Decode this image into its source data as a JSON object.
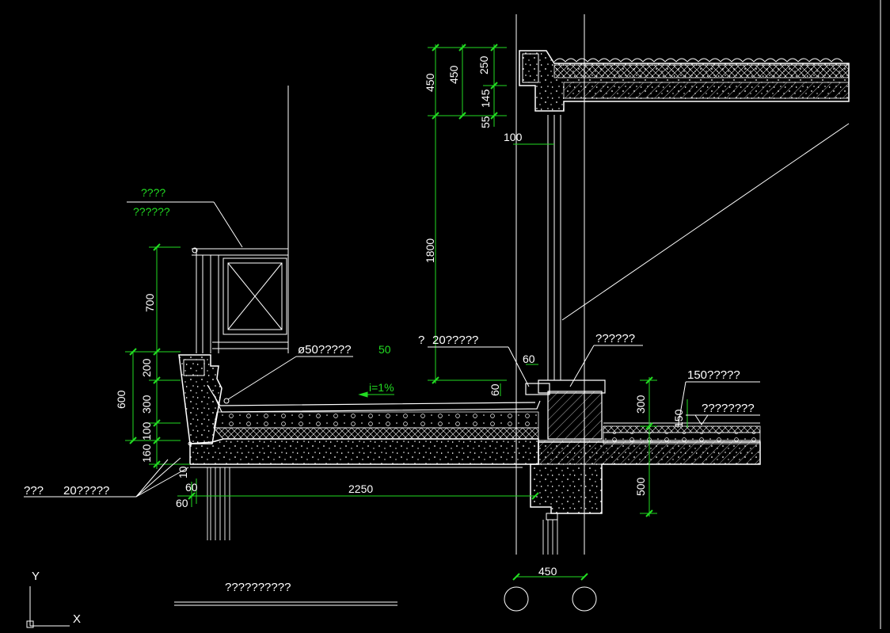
{
  "colors": {
    "background": "#000000",
    "linework": "#ffffff",
    "dimension": "#22dd22",
    "annotation_green": "#22dd22"
  },
  "dimensions": {
    "d450_outer": "450",
    "d450_inner": "450",
    "d250": "250",
    "d145": "145",
    "d55": "55",
    "d100_top": "100",
    "d1800": "1800",
    "d700": "700",
    "d200": "200",
    "d600": "600",
    "d300_left": "300",
    "d100_left": "100",
    "d160": "160",
    "d10": "10",
    "d60_a": "60",
    "d60_b": "60",
    "d2250": "2250",
    "d60_right": "60",
    "d60_vert": "60",
    "d300_right": "300",
    "d150_vert": "150",
    "d500": "500",
    "d450_bottom": "450"
  },
  "annotations": {
    "top_green_1": "????",
    "top_green_2": "??????",
    "pipe_label": "ø50?????",
    "pipe_green": "50",
    "slope": "i=1%",
    "left_callout_a": "???",
    "left_callout_b": "20?????",
    "mid_callout_a": "?",
    "mid_callout_b": "20?????",
    "right_callout_1": "??????",
    "right_callout_2": "150?????",
    "right_callout_3": "????????",
    "title": "??????????"
  },
  "ucs": {
    "y_label": "Y",
    "x_label": "X"
  }
}
